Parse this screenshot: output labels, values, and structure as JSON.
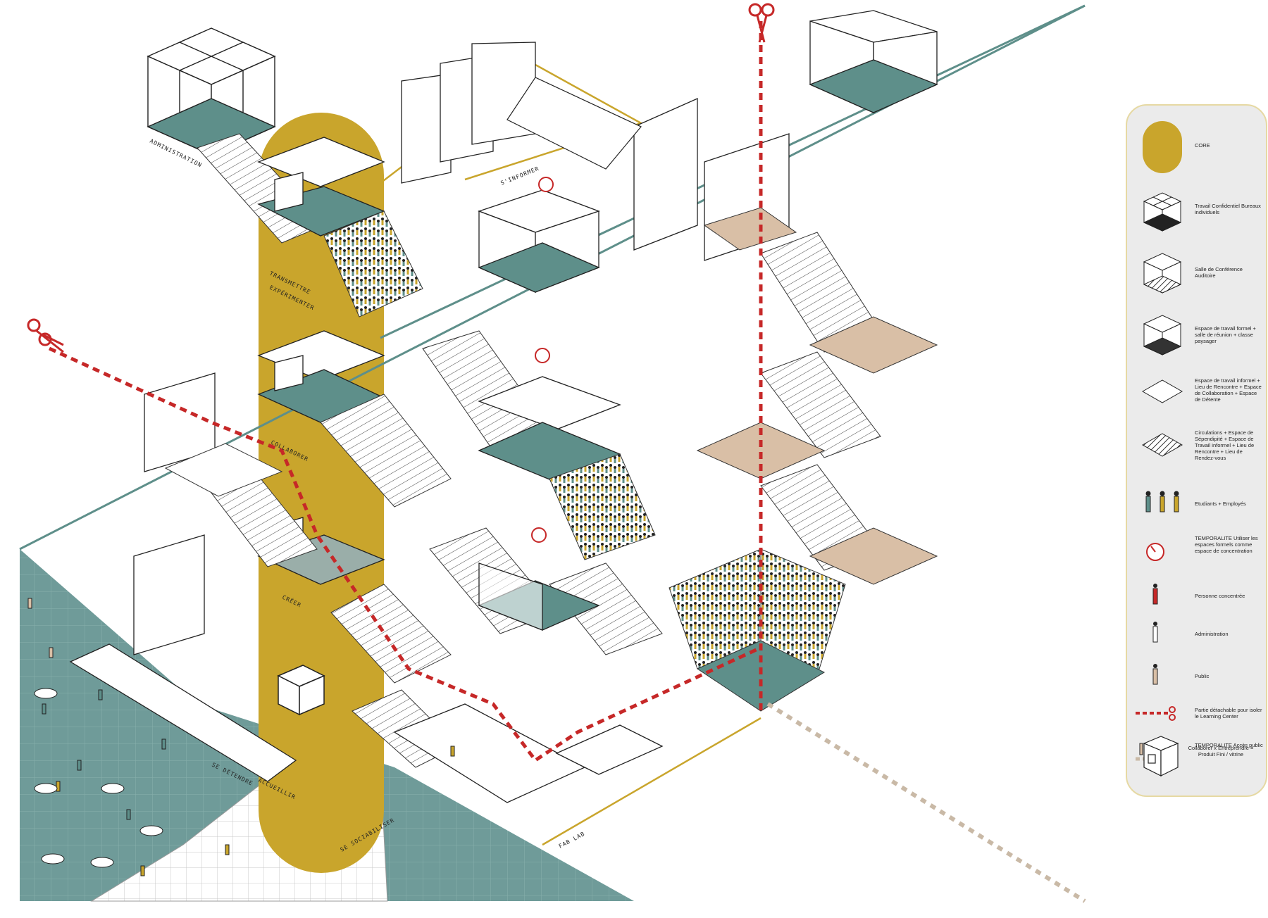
{
  "colors": {
    "core": "#c9a52c",
    "formal_teal": "#5e8f8a",
    "teal_floor": "#6f9b99",
    "informal_tan": "#d9bfa6",
    "cut_red": "#c62828",
    "public_path": "#c9b9a6",
    "gold_line": "#c9a52c",
    "legend_bg": "#ebebeb"
  },
  "zones": {
    "administration": "ADMINISTRATION",
    "s_informer": "S'INFORMER",
    "transmettre": "TRANSMETTRE",
    "experimenter": "EXPÉRIMENTER",
    "collaborer": "COLLABORER",
    "creer": "CRÉER",
    "se_detendre": "SE DÉTENDRE",
    "accueillir": "ACCUEILLIR",
    "se_sociabiliser": "SE SOCIABILISER",
    "fab_lab": "FAB LAB"
  },
  "legend": {
    "items": [
      {
        "icon": "core-swatch-icon",
        "text": "CORE"
      },
      {
        "icon": "cube-grid-icon",
        "text": "Travail Confidentiel Bureaux individuels"
      },
      {
        "icon": "cube-stairs-icon",
        "text": "Salle de Conférence Auditoire"
      },
      {
        "icon": "cube-dark-floor-icon",
        "text": "Espace de travail formel + salle de réunion + classe paysager"
      },
      {
        "icon": "diamond-outline-icon",
        "text": "Espace de travail informel + Lieu de Rencontre + Espace de Collaboration + Espace de Détente"
      },
      {
        "icon": "hatched-diamond-icon",
        "text": "Circulations + Espace de Sépendipité + Espace de Travail informel + Lieu de Rencontre + Lieu de Rendez-vous"
      },
      {
        "icon": "people-group-icon",
        "text": "Etudiants + Employés"
      },
      {
        "icon": "clock-icon",
        "text": "TEMPORALITE Utiliser les espaces formels comme espace de concentration"
      },
      {
        "icon": "red-person-icon",
        "text": "Personne concentrée"
      },
      {
        "icon": "admin-person-icon",
        "text": "Administration"
      },
      {
        "icon": "public-person-icon",
        "text": "Public"
      },
      {
        "icon": "scissors-line-icon",
        "text": "Partie détachable pour isoler le Learning Center"
      },
      {
        "icon": "public-path-icon",
        "text": "TEMPORALITE Accès public"
      },
      {
        "icon": "vitrine-box-icon",
        "text": "Collaborer x Entreprendre = Produit Fini / vitrine"
      }
    ]
  }
}
